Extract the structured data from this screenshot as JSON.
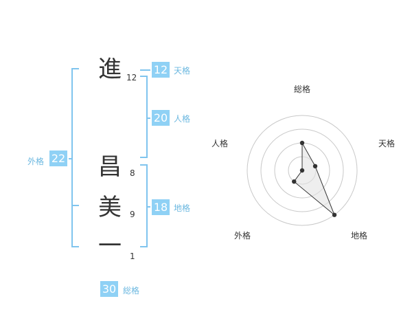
{
  "colors": {
    "bracket": "#7fc4ee",
    "box_bg": "#8fd1f5",
    "label_text": "#6cb8e0",
    "ring": "#c8c8c8",
    "polygon_fill": "#e2e2e2",
    "polygon_line": "#333333",
    "center_dot": "#cccccc"
  },
  "name": {
    "surname": [
      {
        "char": "進",
        "strokes": "12"
      }
    ],
    "given": [
      {
        "char": "昌",
        "strokes": "8"
      },
      {
        "char": "美",
        "strokes": "9"
      },
      {
        "char": "一",
        "strokes": "1"
      }
    ]
  },
  "kakusu": {
    "tenkaku": {
      "value": "12",
      "label": "天格"
    },
    "jinkaku": {
      "value": "20",
      "label": "人格"
    },
    "chikaku": {
      "value": "18",
      "label": "地格"
    },
    "gaikaku": {
      "value": "22",
      "label": "外格"
    },
    "soukaku": {
      "value": "30",
      "label": "総格"
    }
  },
  "chart_data": {
    "type": "radar",
    "axes": [
      "総格",
      "天格",
      "地格",
      "外格",
      "人格"
    ],
    "values": [
      2,
      1,
      4,
      1,
      0
    ],
    "rings": 4,
    "range": [
      0,
      4
    ]
  }
}
